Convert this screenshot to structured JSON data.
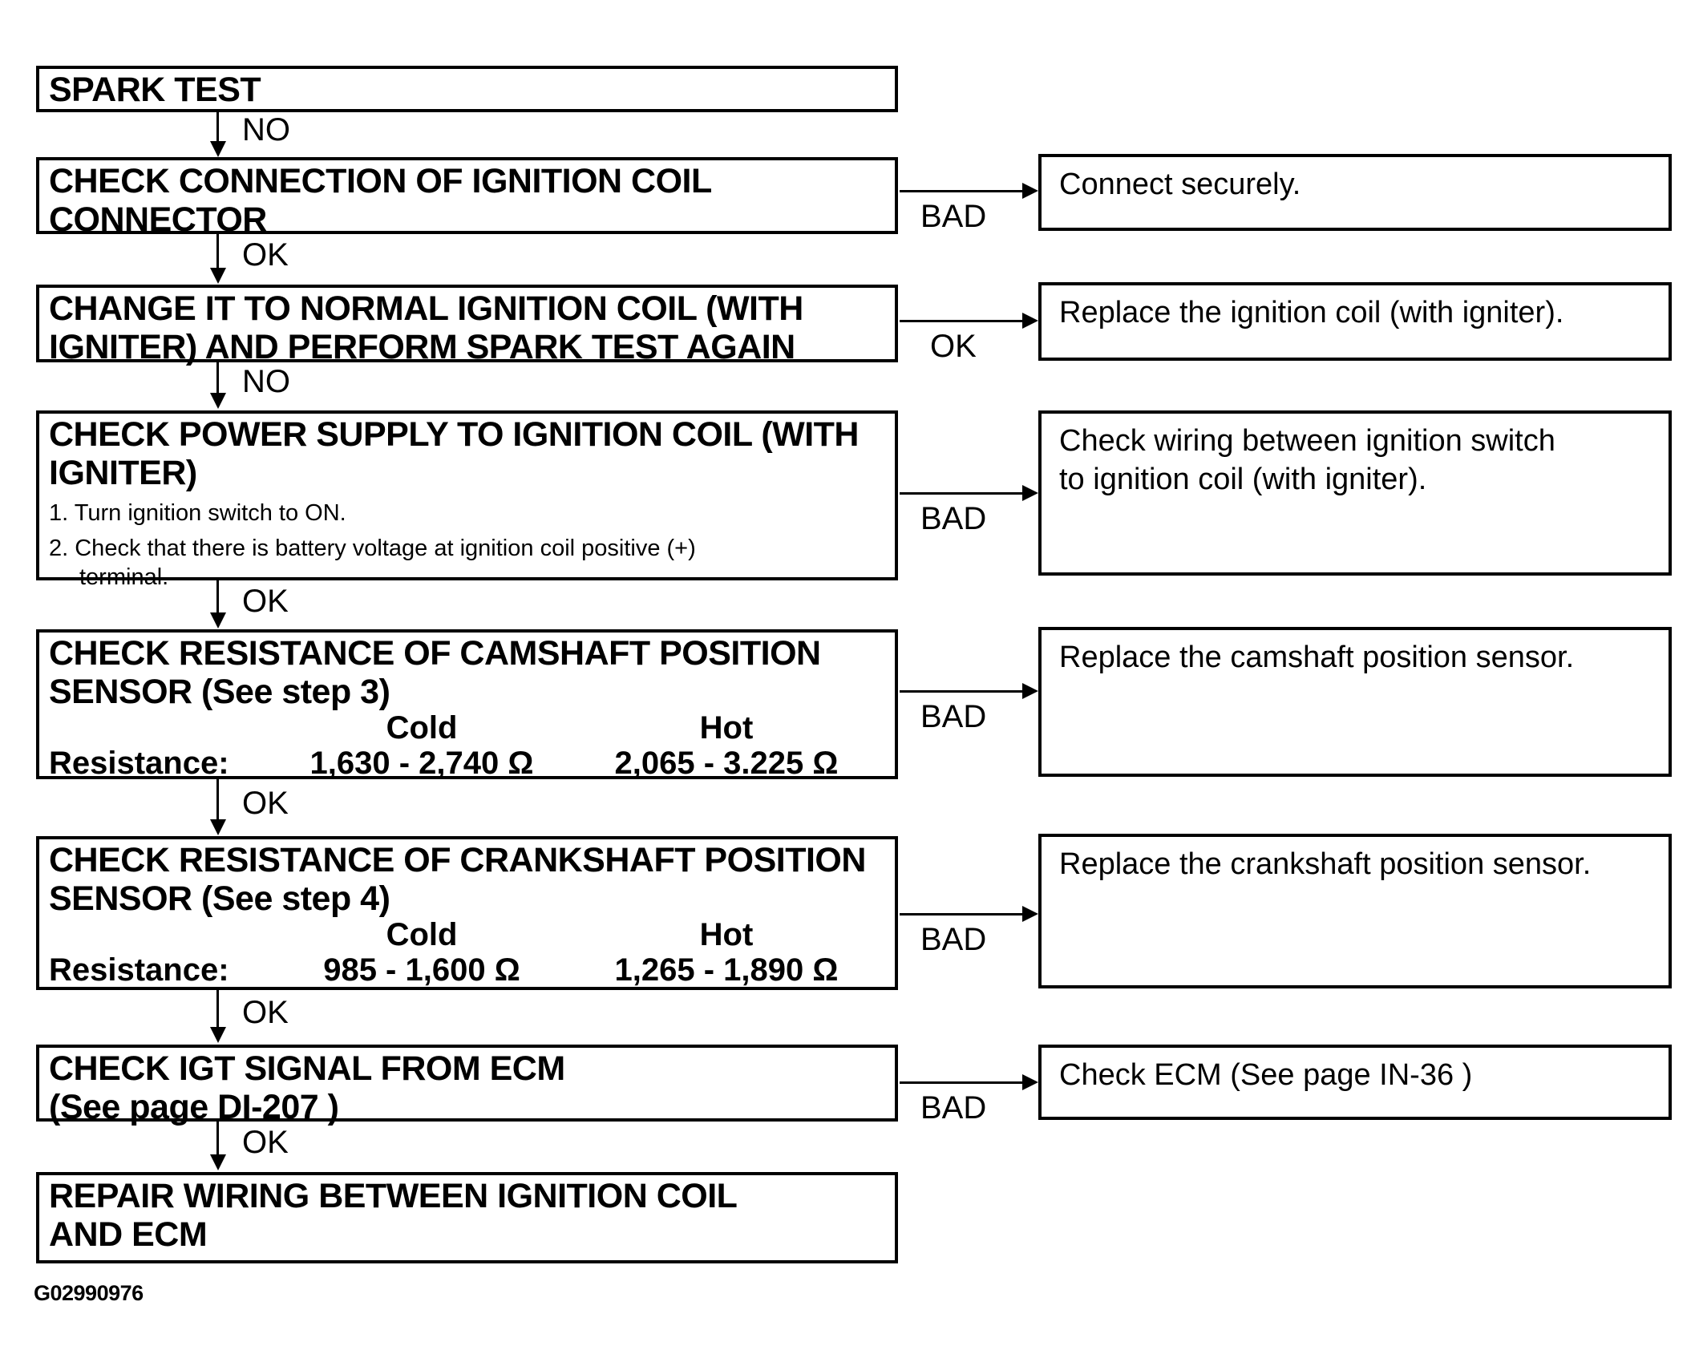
{
  "figure": {
    "code": "G02990976"
  },
  "colors": {
    "ink": "#000000",
    "background": "#ffffff"
  },
  "steps": [
    {
      "id": "spark-test",
      "lines": [
        "SPARK TEST"
      ]
    },
    {
      "id": "check-connection",
      "lines": [
        "CHECK CONNECTION OF IGNITION COIL",
        "CONNECTOR"
      ]
    },
    {
      "id": "change-coil",
      "lines": [
        "CHANGE IT TO NORMAL IGNITION COIL (WITH",
        "IGNITER) AND PERFORM SPARK TEST AGAIN"
      ]
    },
    {
      "id": "check-power-supply",
      "lines": [
        "CHECK POWER SUPPLY TO IGNITION COIL (WITH",
        "IGNITER)"
      ],
      "body": [
        "1. Turn ignition switch to ON.",
        "2. Check that there is battery voltage at ignition coil positive (+)",
        "terminal."
      ]
    },
    {
      "id": "check-camshaft-resistance",
      "lines": [
        "CHECK RESISTANCE OF CAMSHAFT POSITION",
        "SENSOR (See step 3)"
      ],
      "spec": {
        "col_cold": "Cold",
        "col_hot": "Hot",
        "label": "Resistance:",
        "cold": "1,630 - 2,740 Ω",
        "hot": "2,065 - 3.225 Ω"
      }
    },
    {
      "id": "check-crankshaft-resistance",
      "lines": [
        "CHECK RESISTANCE OF CRANKSHAFT POSITION",
        "SENSOR (See step 4)"
      ],
      "spec": {
        "col_cold": "Cold",
        "col_hot": "Hot",
        "label": "Resistance:",
        "cold": "985 - 1,600 Ω",
        "hot": "1,265 - 1,890 Ω"
      }
    },
    {
      "id": "check-igt-signal",
      "lines": [
        "CHECK IGT SIGNAL FROM ECM",
        "(See page DI-207 )"
      ]
    },
    {
      "id": "repair-wiring",
      "lines": [
        "REPAIR WIRING BETWEEN IGNITION COIL",
        "AND ECM"
      ]
    }
  ],
  "results": [
    {
      "id": "connect-securely",
      "lines": [
        "Connect securely."
      ]
    },
    {
      "id": "replace-ignition-coil",
      "lines": [
        "Replace the ignition coil (with igniter)."
      ]
    },
    {
      "id": "check-wiring-switch-coil",
      "lines": [
        "Check wiring between ignition switch",
        "to ignition coil (with igniter)."
      ]
    },
    {
      "id": "replace-camshaft-sensor",
      "lines": [
        "Replace the camshaft position sensor."
      ]
    },
    {
      "id": "replace-crankshaft-sensor",
      "lines": [
        "Replace the crankshaft position sensor."
      ]
    },
    {
      "id": "check-ecm",
      "lines": [
        "Check ECM (See page IN-36 )"
      ]
    }
  ],
  "connectors": {
    "down": [
      "NO",
      "OK",
      "NO",
      "OK",
      "OK",
      "OK",
      "OK"
    ],
    "right": [
      "BAD",
      "OK",
      "BAD",
      "BAD",
      "BAD",
      "BAD"
    ]
  }
}
